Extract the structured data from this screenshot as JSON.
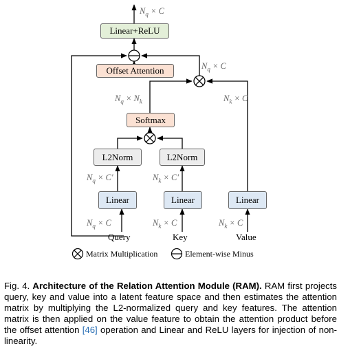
{
  "figure": {
    "blocks": {
      "linear_relu": "Linear+ReLU",
      "offset_attention": "Offset Attention",
      "softmax": "Softmax",
      "l2norm_query": "L2Norm",
      "l2norm_key": "L2Norm",
      "linear_query": "Linear",
      "linear_key": "Linear",
      "linear_value": "Linear"
    },
    "dims": {
      "out_top": "N_q × C",
      "after_value_mul": "N_q × C",
      "softmax_in": "N_q × N_k",
      "value_latent": "N_k × C",
      "query_latent": "N_q × C′",
      "key_latent": "N_k × C′",
      "query_in": "N_q × C",
      "key_in": "N_k × C",
      "value_in": "N_k × C"
    },
    "inputs": {
      "query": "Query",
      "key": "Key",
      "value": "Value"
    },
    "legend": {
      "matmul": "Matrix Multiplication",
      "minus": "Element-wise Minus"
    }
  },
  "caption": {
    "prefix": "Fig. 4. ",
    "title": "Architecture of the Relation Attention Module (RAM).",
    "body": " RAM first projects query, key and value into a latent feature space and then estimates the attention matrix by multiplying the L2-normalized query and key features. The attention matrix is then applied on the value feature to obtain the attention product before the offset attention ",
    "ref": "[46]",
    "tail": " operation and Linear and ReLU layers for injection of non-linearity."
  },
  "colors": {
    "linear_relu": "#e3efd8",
    "offset_attention": "#fbe1d3",
    "softmax": "#fbe1d3",
    "l2norm": "#ececec",
    "linear": "#dde8f4",
    "reference": "#2a6fb5"
  }
}
